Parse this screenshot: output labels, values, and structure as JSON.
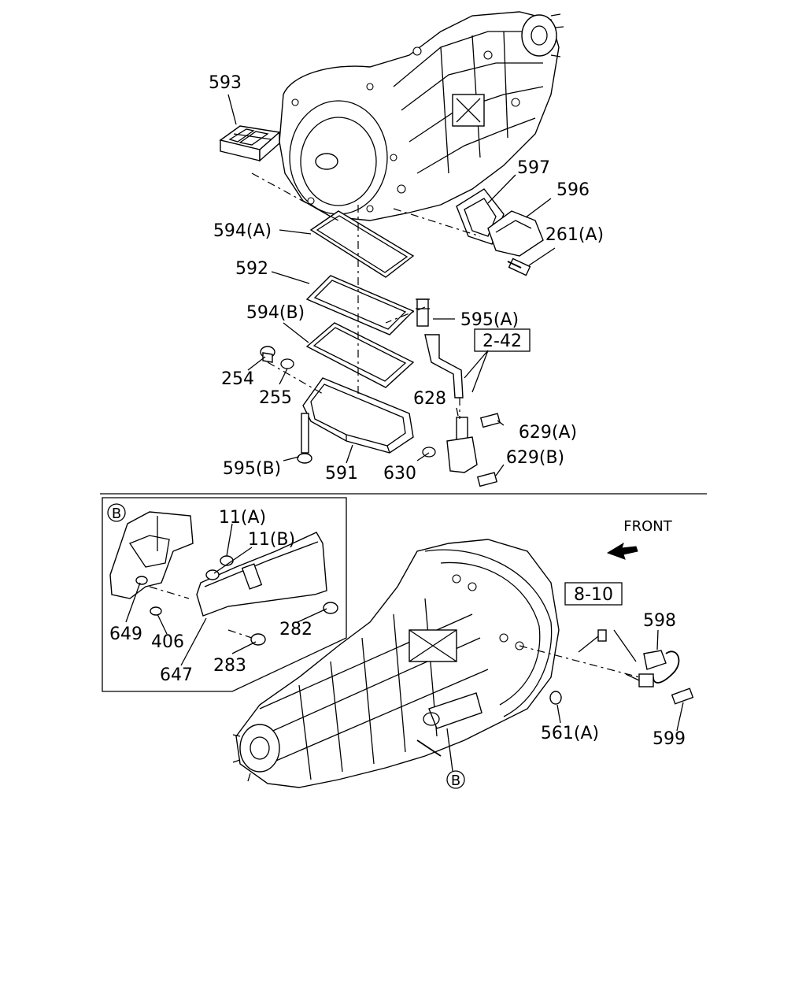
{
  "front_label": "FRONT",
  "ref_boxes": [
    "2-42",
    "8-10"
  ],
  "inset_marker": "B",
  "callout_marker": "B",
  "labels": {
    "l593": "593",
    "l597": "597",
    "l596": "596",
    "l261a": "261(A)",
    "l594a": "594(A)",
    "l592": "592",
    "l595a": "595(A)",
    "l594b": "594(B)",
    "l254": "254",
    "l255": "255",
    "l628": "628",
    "l629a": "629(A)",
    "l629b": "629(B)",
    "l595b": "595(B)",
    "l591": "591",
    "l630": "630",
    "l11a": "11(A)",
    "l11b": "11(B)",
    "l649": "649",
    "l406": "406",
    "l282": "282",
    "l647": "647",
    "l283": "283",
    "l598": "598",
    "l599": "599",
    "l561a": "561(A)"
  }
}
